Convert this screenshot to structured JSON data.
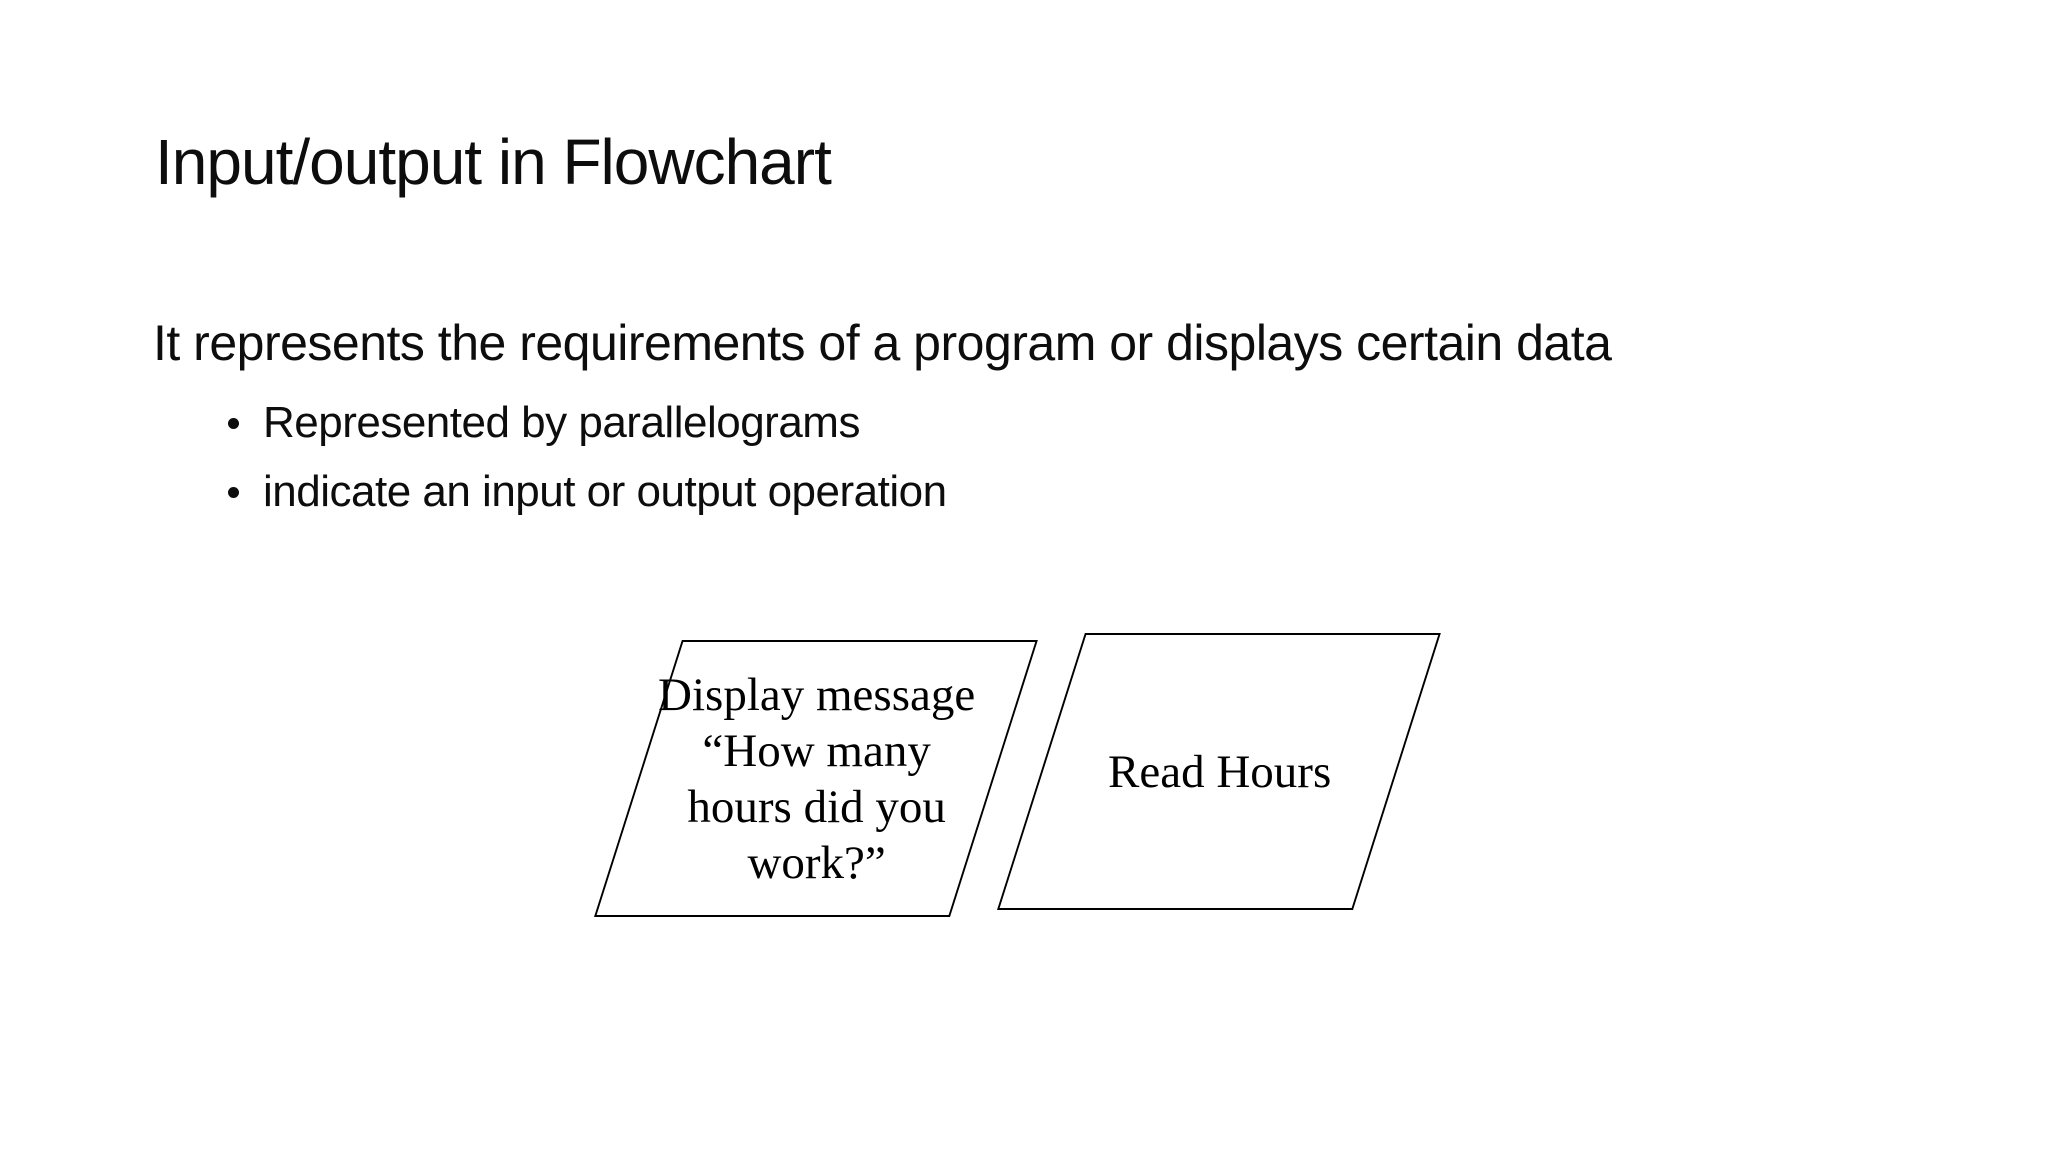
{
  "slide": {
    "title": "Input/output in Flowchart",
    "body": "It represents the requirements of a program or displays certain data",
    "bullets": [
      {
        "label": "Represented by parallelograms"
      },
      {
        "label": "indicate an input or output operation"
      }
    ],
    "shapes": [
      {
        "shape_type": "parallelogram",
        "text": "Display message\n“How many\nhours did you\nwork?”"
      },
      {
        "shape_type": "parallelogram",
        "text": "Read Hours"
      }
    ],
    "colors": {
      "background": "#ffffff",
      "text": "#0d0d0d",
      "shape_stroke": "#000000",
      "shape_fill": "#ffffff"
    }
  }
}
